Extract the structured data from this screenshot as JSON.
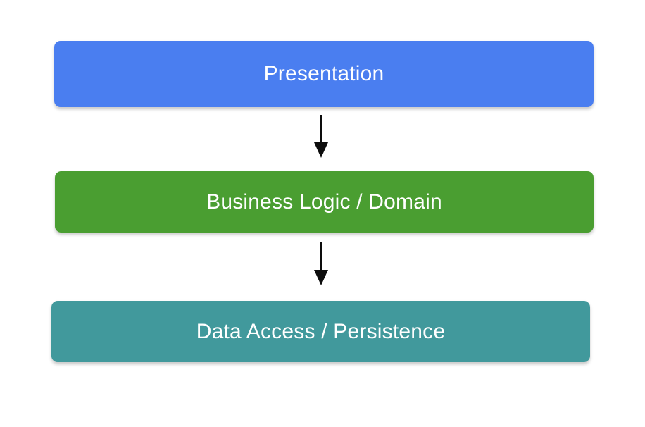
{
  "diagram": {
    "type": "layered-architecture-flow",
    "background_color": "#ffffff",
    "orientation": "top-to-bottom",
    "layers": [
      {
        "id": "presentation",
        "label": "Presentation",
        "fill_color": "#4a7ef0",
        "text_color": "#ffffff"
      },
      {
        "id": "business-logic",
        "label": "Business Logic / Domain",
        "fill_color": "#4a9e31",
        "text_color": "#ffffff"
      },
      {
        "id": "data-access",
        "label": "Data Access / Persistence",
        "fill_color": "#41999c",
        "text_color": "#ffffff"
      }
    ],
    "connectors": [
      {
        "id": "presentation-to-business",
        "from": "presentation",
        "to": "business-logic",
        "style": "solid",
        "color": "#0d0d0d",
        "arrowhead": "filled-triangle-down"
      },
      {
        "id": "business-to-data",
        "from": "business-logic",
        "to": "data-access",
        "style": "solid",
        "color": "#0d0d0d",
        "arrowhead": "filled-triangle-down"
      }
    ]
  }
}
